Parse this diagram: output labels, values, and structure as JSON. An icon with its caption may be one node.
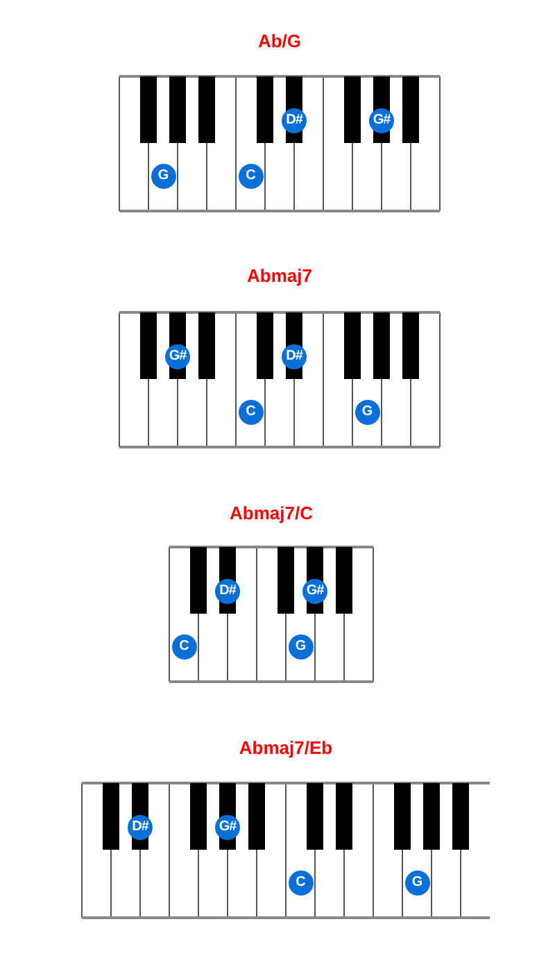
{
  "diagram": {
    "labels": [
      "Ab/G",
      "D#",
      "G#",
      "G",
      "C",
      "Abmaj7",
      "G#",
      "D#",
      "C",
      "G",
      "Abmaj7/C",
      "D#",
      "G#",
      "C",
      "G",
      "Abmaj7/Eb",
      "D#",
      "G#",
      "C",
      "G"
    ]
  }
}
